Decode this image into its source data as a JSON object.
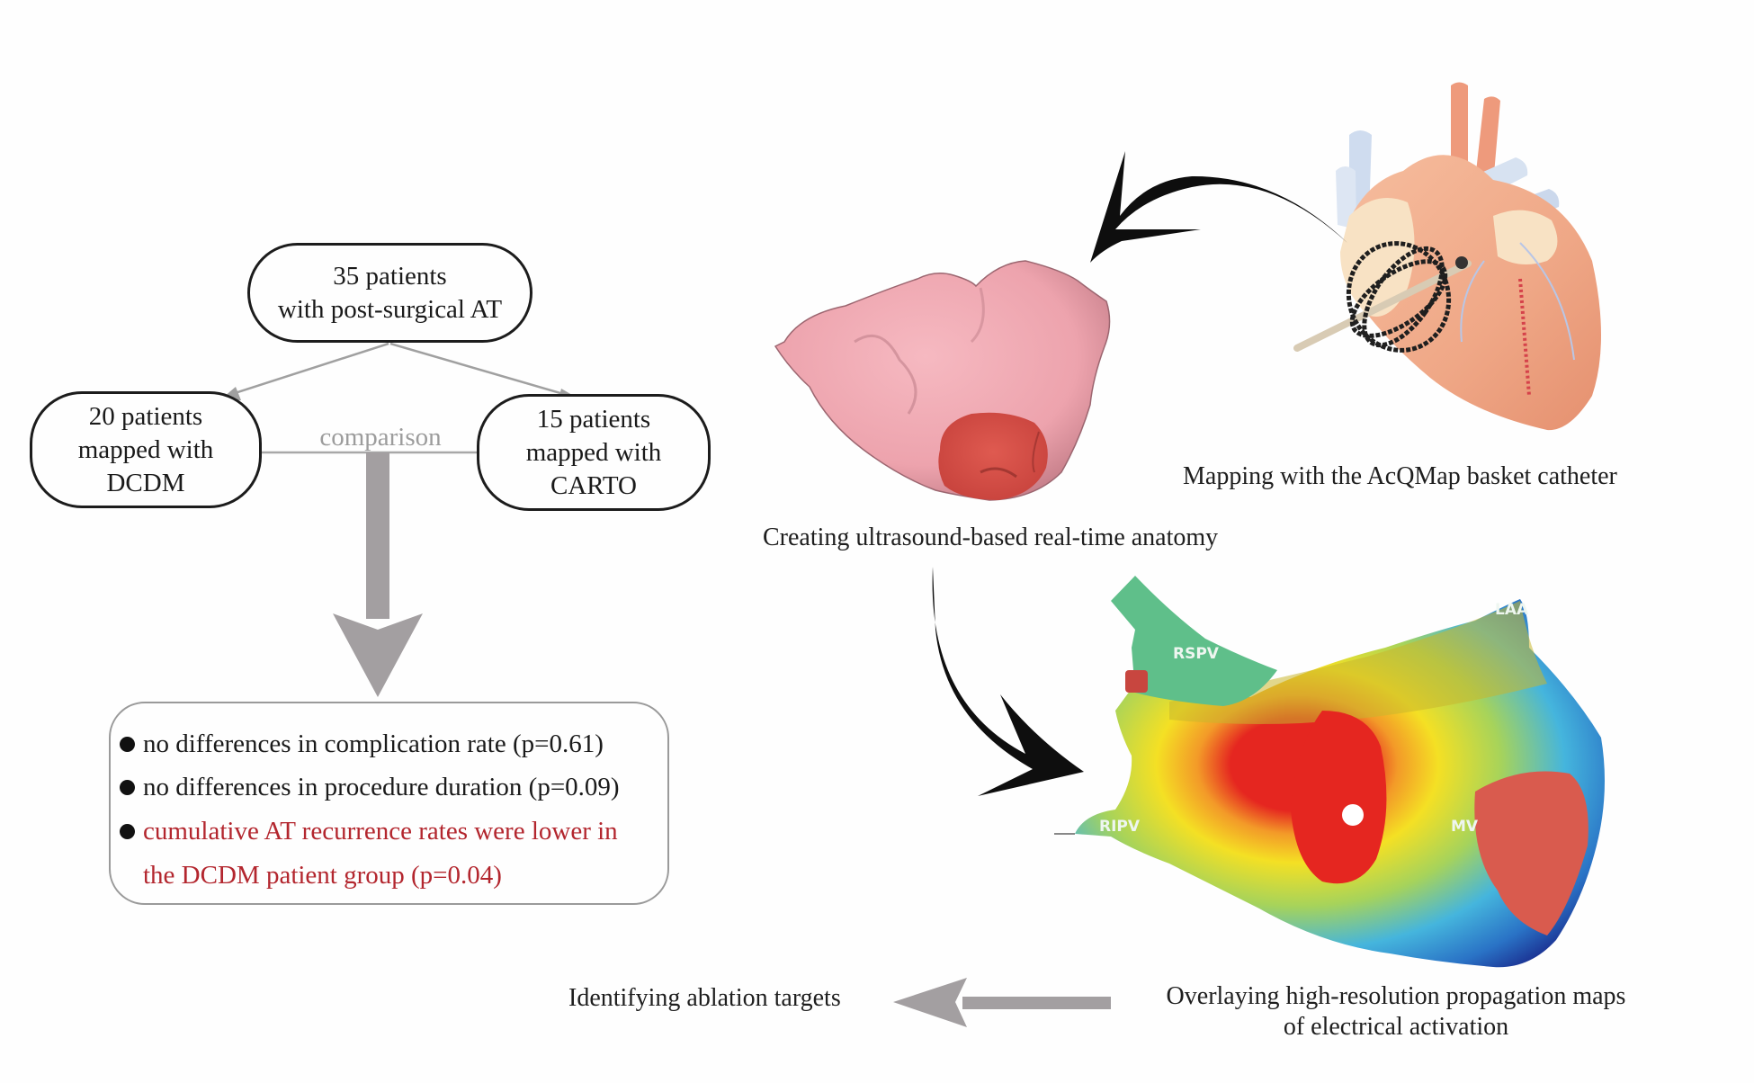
{
  "flowchart": {
    "top_box": {
      "line1": "35 patients",
      "line2": "with post-surgical AT"
    },
    "left_box": {
      "line1": "20 patients",
      "line2": "mapped with",
      "line3": "DCDM"
    },
    "right_box": {
      "line1": "15 patients",
      "line2": "mapped with",
      "line3": "CARTO"
    },
    "comparison_label": "comparison",
    "results": [
      {
        "text": "no differences in complication rate (p=0.61)",
        "highlight": false
      },
      {
        "text": "no differences in procedure duration (p=0.09)",
        "highlight": false
      },
      {
        "text": "cumulative AT recurrence rates were lower in",
        "text2": "the DCDM patient group (p=0.04)",
        "highlight": true
      }
    ]
  },
  "workflow": {
    "step1_caption": "Mapping with the AcQMap basket catheter",
    "step2_caption": "Creating ultrasound-based real-time anatomy",
    "step3_caption_line1": "Overlaying high-resolution propagation maps",
    "step3_caption_line2": "of electrical activation",
    "step4_caption": "Identifying ablation targets",
    "map_labels": {
      "rspv": "RSPV",
      "laa": "LAA",
      "ripv": "RIPV",
      "mv": "MV"
    }
  },
  "colors": {
    "highlight_text": "#b3262e",
    "arrow_gray": "#a39fa1",
    "connector_gray": "#a0a0a0",
    "anatomy_pink": "#efa7b0",
    "anatomy_red": "#d9544c"
  }
}
